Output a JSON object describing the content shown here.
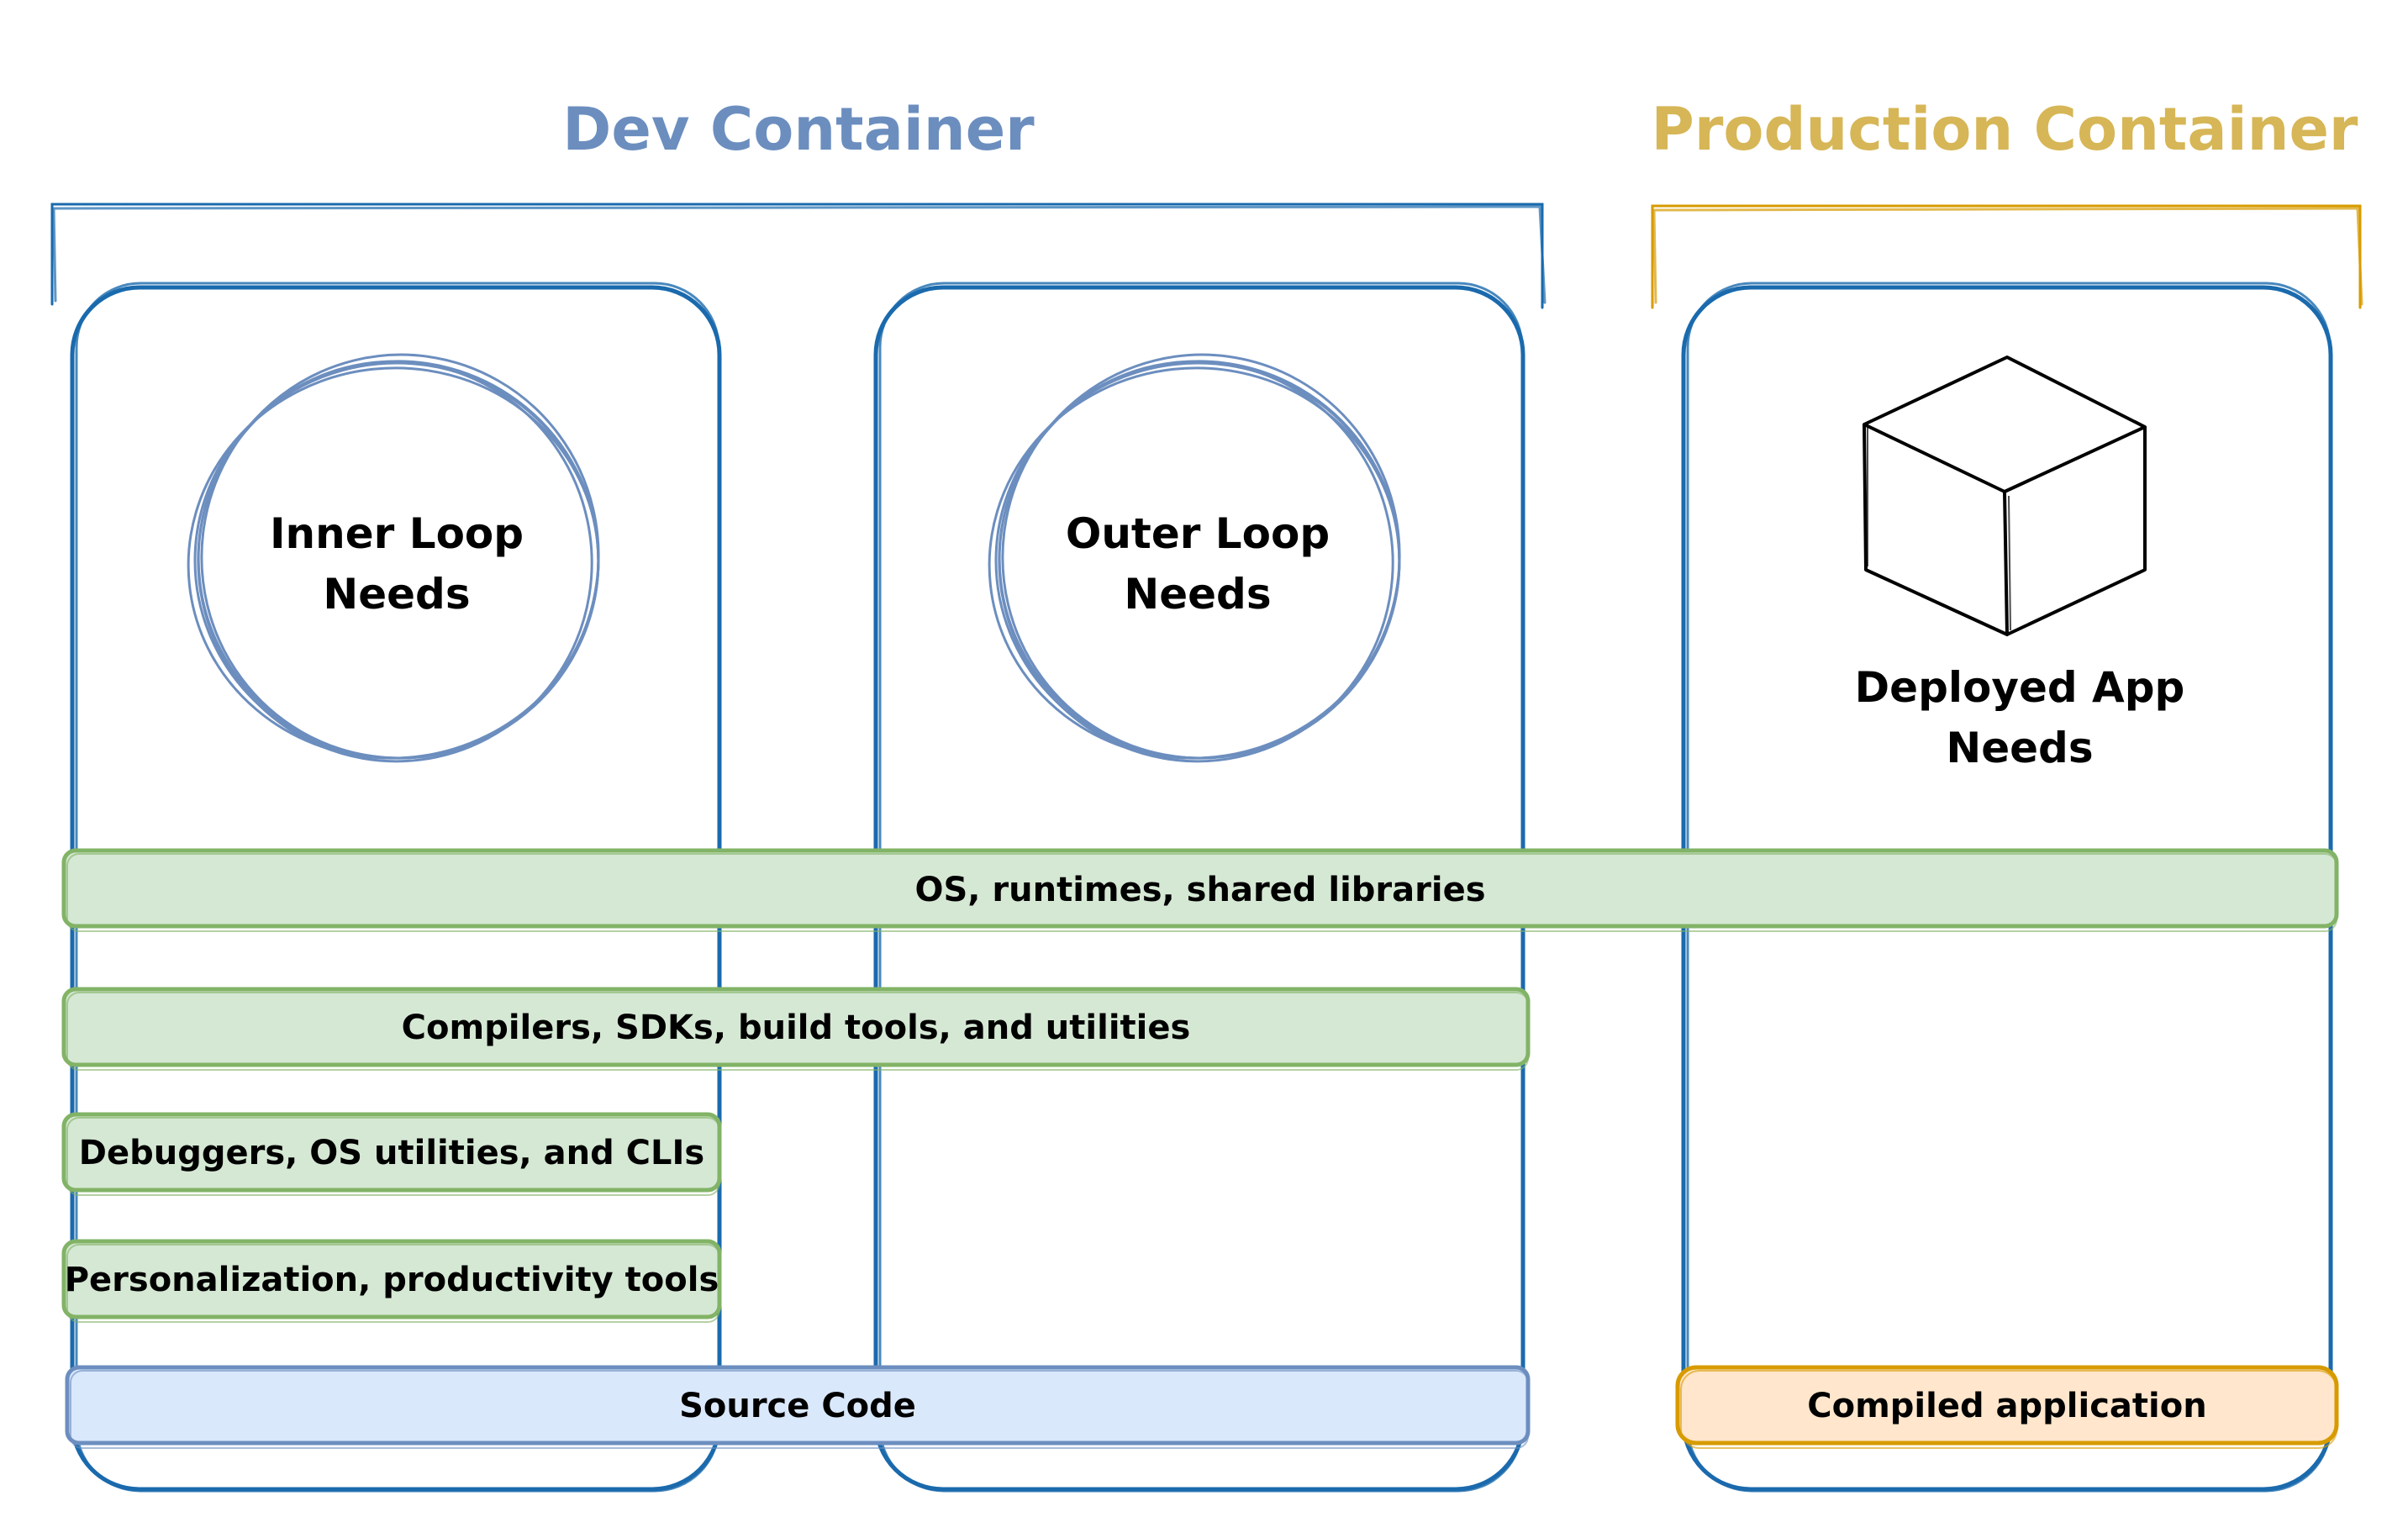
{
  "headings": {
    "dev": "Dev Container",
    "prod": "Production Container"
  },
  "columns": {
    "inner": [
      "Inner Loop",
      "Needs"
    ],
    "outer": [
      "Outer Loop",
      "Needs"
    ],
    "deployed": [
      "Deployed App",
      "Needs"
    ]
  },
  "bars": {
    "os": "OS, runtimes, shared libraries",
    "compilers": "Compilers, SDKs, build tools, and utilities",
    "debuggers": "Debuggers, OS utilities, and CLIs",
    "personalization": "Personalization, productivity tools",
    "source": "Source Code",
    "compiled": "Compiled application"
  },
  "colors": {
    "dev_heading": "#6c8ebf",
    "prod_heading": "#d6b656",
    "container_stroke": "#1a6aad",
    "circle_stroke": "#6c8ebf",
    "green_fill": "#d5e8d4",
    "green_stroke": "#82b366",
    "blue_fill": "#dae8fc",
    "blue_stroke": "#6c8ebf",
    "orange_fill": "#ffe6cc",
    "orange_stroke": "#d79b00",
    "prod_bracket": "#d79b00",
    "text": "#000000"
  }
}
